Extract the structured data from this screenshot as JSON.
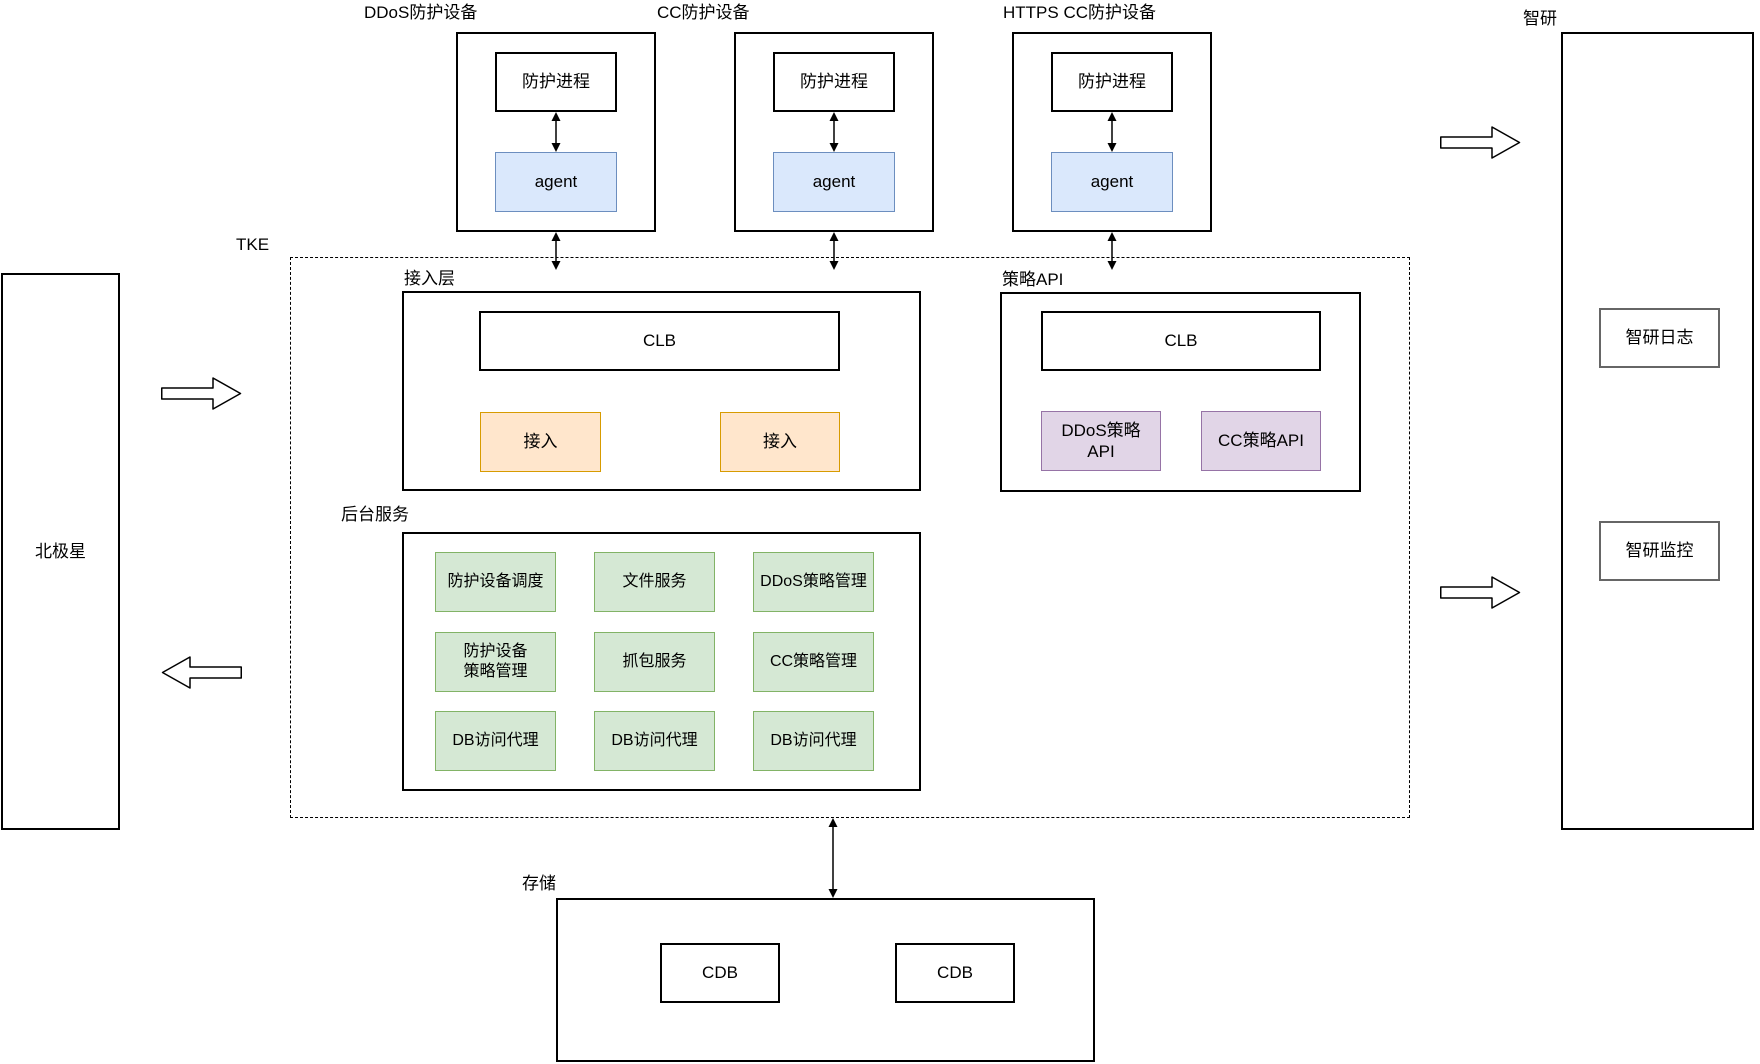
{
  "devices": [
    {
      "label": "DDoS防护设备",
      "process": "防护进程",
      "agent": "agent"
    },
    {
      "label": "CC防护设备",
      "process": "防护进程",
      "agent": "agent"
    },
    {
      "label": "HTTPS CC防护设备",
      "process": "防护进程",
      "agent": "agent"
    }
  ],
  "tke": {
    "label": "TKE"
  },
  "access": {
    "label": "接入层",
    "clb": "CLB",
    "node1": "接入",
    "node2": "接入"
  },
  "policy": {
    "label": "策略API",
    "clb": "CLB",
    "api1": "DDoS策略\nAPI",
    "api2": "CC策略API"
  },
  "backend": {
    "label": "后台服务",
    "services": [
      "防护设备调度",
      "文件服务",
      "DDoS策略管理",
      "防护设备\n策略管理",
      "抓包服务",
      "CC策略管理",
      "DB访问代理",
      "DB访问代理",
      "DB访问代理"
    ]
  },
  "storage": {
    "label": "存储",
    "db1": "CDB",
    "db2": "CDB"
  },
  "polaris": {
    "label": "北极星"
  },
  "zhiyan": {
    "label": "智研",
    "log": "智研日志",
    "monitor": "智研监控"
  },
  "colors": {
    "agent_fill": "#dae8fc",
    "agent_border": "#6c8ebf",
    "access_fill": "#ffe6cc",
    "access_border": "#d79b00",
    "api_fill": "#e1d5e7",
    "api_border": "#9673a6",
    "service_fill": "#d5e8d4",
    "service_border": "#82b366",
    "zhiyan_border": "#666666",
    "line": "#000000"
  }
}
